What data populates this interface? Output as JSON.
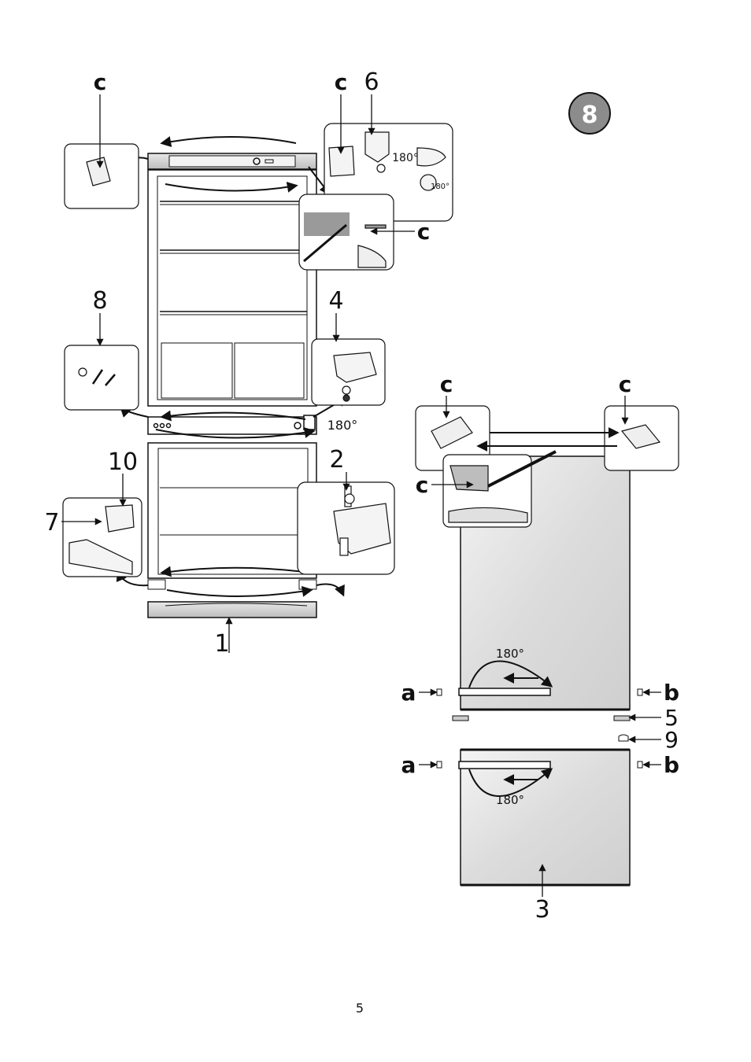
{
  "step": {
    "number": "8",
    "badge_fill": "#8c8c8c"
  },
  "page_number": "5",
  "labels": {
    "c": "c",
    "a": "a",
    "b": "b",
    "n1": "1",
    "n2": "2",
    "n3": "3",
    "n4": "4",
    "n5": "5",
    "n6": "6",
    "n7": "7",
    "n8": "8",
    "n9": "9",
    "n10": "10",
    "deg180": "180°"
  },
  "panel_label": "-"
}
